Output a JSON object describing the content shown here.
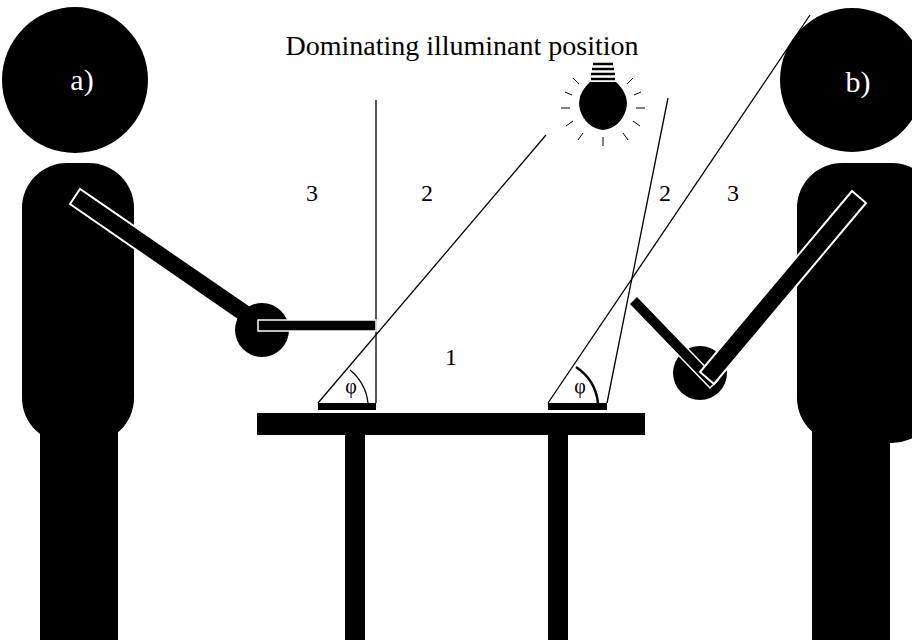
{
  "diagram": {
    "nodes": [
      {
        "text": [
          "a)"
        ]
      },
      {
        "text": [
          "b)"
        ]
      }
    ],
    "labels": [
      "Dominating illuminant position",
      "3",
      "2",
      "1",
      "2",
      "3",
      "φ",
      "φ"
    ]
  }
}
